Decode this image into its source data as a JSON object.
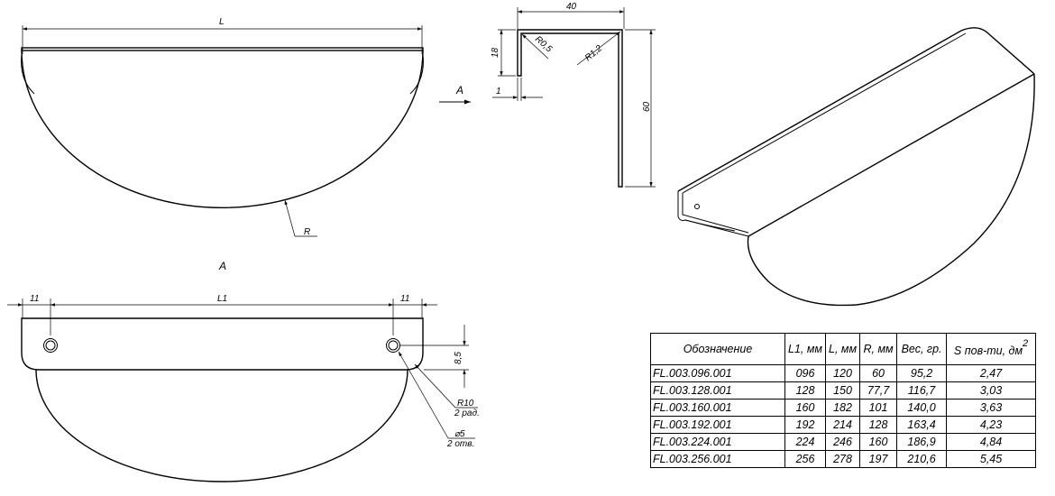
{
  "top_view": {
    "dim_L": "L",
    "dim_R": "R"
  },
  "arrow_label": "A",
  "view_a": {
    "title": "A",
    "dim_left": "11",
    "dim_center": "L1",
    "dim_right": "11",
    "dim_height": "8,5",
    "corner_radius_label": "R10",
    "corner_radius_note": "2 рад.",
    "hole_label": "⌀5",
    "hole_note": "2 отв."
  },
  "profile": {
    "dim_width": "40",
    "dim_flange": "18",
    "dim_thickness": "1",
    "dim_height": "60",
    "r_inner": "R0,5",
    "r_outer": "R1,2"
  },
  "table": {
    "headers": [
      "Обозначение",
      "L1, мм",
      "L, мм",
      "R, мм",
      "Вес, гр.",
      "S пов-ти, дм"
    ],
    "header_sup": "2",
    "rows": [
      [
        "FL.003.096.001",
        "096",
        "120",
        "60",
        "95,2",
        "2,47"
      ],
      [
        "FL.003.128.001",
        "128",
        "150",
        "77,7",
        "116,7",
        "3,03"
      ],
      [
        "FL.003.160.001",
        "160",
        "182",
        "101",
        "140,0",
        "3,63"
      ],
      [
        "FL.003.192.001",
        "192",
        "214",
        "128",
        "163,4",
        "4,23"
      ],
      [
        "FL.003.224.001",
        "224",
        "246",
        "160",
        "186,9",
        "4,84"
      ],
      [
        "FL.003.256.001",
        "256",
        "278",
        "197",
        "210,6",
        "5,45"
      ]
    ]
  }
}
